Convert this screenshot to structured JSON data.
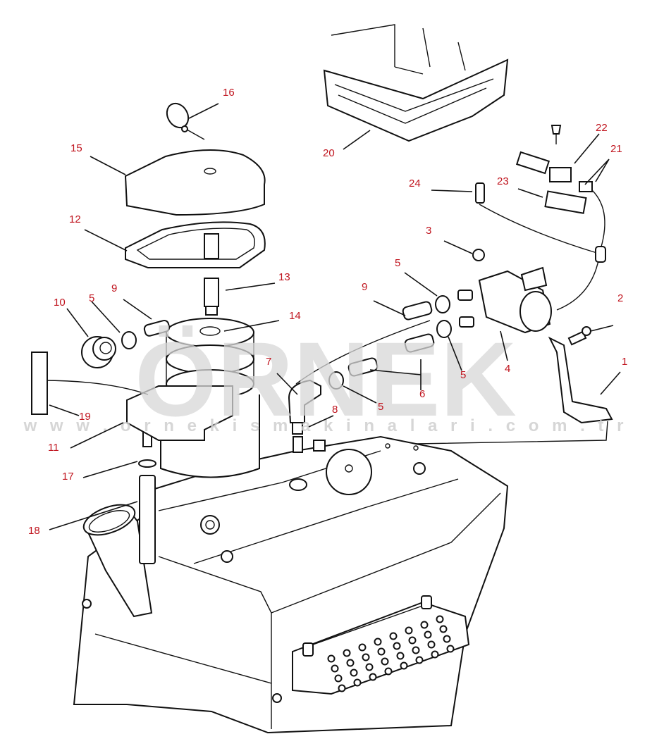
{
  "watermark": {
    "brand": "ÖRNEK",
    "url": "w w w . o r n e k i s m a k i n a l a r i . c o m . t r"
  },
  "callouts": [
    {
      "id": "c1",
      "label": "1"
    },
    {
      "id": "c2",
      "label": "2"
    },
    {
      "id": "c3",
      "label": "3"
    },
    {
      "id": "c4",
      "label": "4"
    },
    {
      "id": "c5a",
      "label": "5"
    },
    {
      "id": "c5b",
      "label": "5"
    },
    {
      "id": "c5c",
      "label": "5"
    },
    {
      "id": "c5d",
      "label": "5"
    },
    {
      "id": "c6",
      "label": "6"
    },
    {
      "id": "c7",
      "label": "7"
    },
    {
      "id": "c8",
      "label": "8"
    },
    {
      "id": "c9a",
      "label": "9"
    },
    {
      "id": "c9b",
      "label": "9"
    },
    {
      "id": "c10",
      "label": "10"
    },
    {
      "id": "c11",
      "label": "11"
    },
    {
      "id": "c12",
      "label": "12"
    },
    {
      "id": "c13",
      "label": "13"
    },
    {
      "id": "c14",
      "label": "14"
    },
    {
      "id": "c15",
      "label": "15"
    },
    {
      "id": "c16",
      "label": "16"
    },
    {
      "id": "c17",
      "label": "17"
    },
    {
      "id": "c18",
      "label": "18"
    },
    {
      "id": "c19",
      "label": "19"
    },
    {
      "id": "c20",
      "label": "20"
    },
    {
      "id": "c21",
      "label": "21"
    },
    {
      "id": "c22",
      "label": "22"
    },
    {
      "id": "c23",
      "label": "23"
    },
    {
      "id": "c24",
      "label": "24"
    }
  ]
}
